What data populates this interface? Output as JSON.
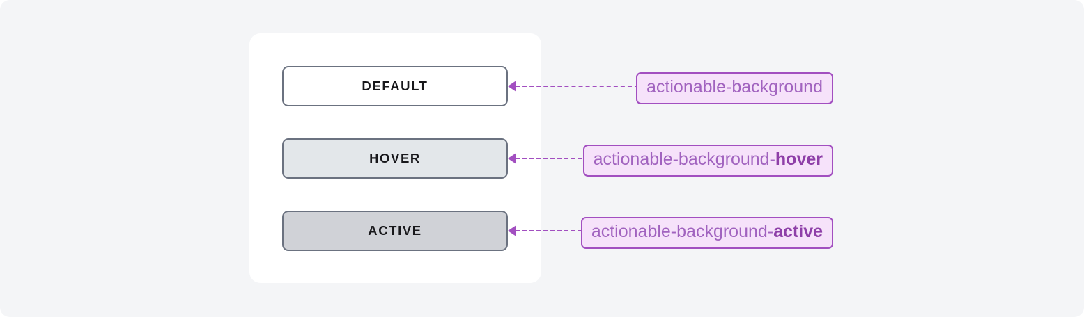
{
  "page": {
    "background": "#f4f5f7",
    "card_background": "#ffffff"
  },
  "colors": {
    "button_border": "#6b7280",
    "button_text": "#18181b",
    "default_fill": "#ffffff",
    "hover_fill": "#e3e7ea",
    "active_fill": "#d0d2d7",
    "chip_fill": "#f6e2fa",
    "chip_border": "#a24fc0",
    "chip_text": "#a163bf",
    "chip_text_bold": "#8e3fa8",
    "connector": "#a24fc0"
  },
  "rows": [
    {
      "button_label": "DEFAULT",
      "token_base": "actionable-background",
      "token_modifier": ""
    },
    {
      "button_label": "HOVER",
      "token_base": "actionable-background-",
      "token_modifier": "hover"
    },
    {
      "button_label": "ACTIVE",
      "token_base": "actionable-background-",
      "token_modifier": "active"
    }
  ]
}
